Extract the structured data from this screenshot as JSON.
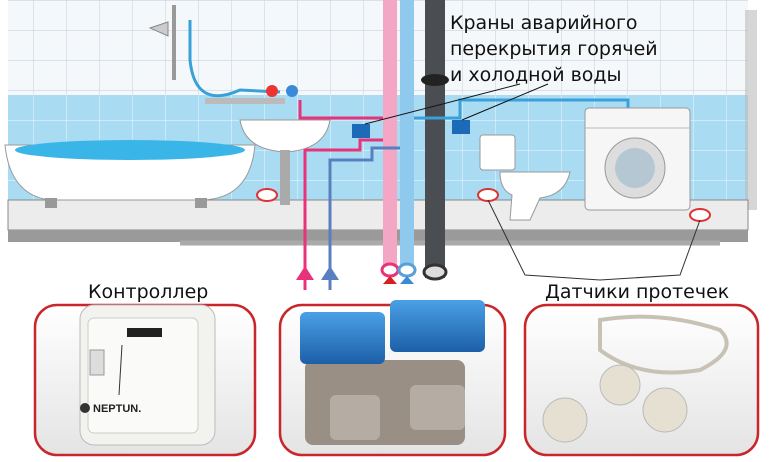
{
  "callout": {
    "line1": "Краны аварийного",
    "line2": "перекрытия горячей",
    "line3": "и холодной воды"
  },
  "controller": {
    "label": "Контроллер",
    "brand": "NEPTUN."
  },
  "sensors": {
    "label": "Датчики протечек"
  },
  "colors": {
    "hot": "#e8327a",
    "cold": "#5a7fc0",
    "frame": "#c8262a",
    "tile_blue": "#bfe6f7"
  }
}
